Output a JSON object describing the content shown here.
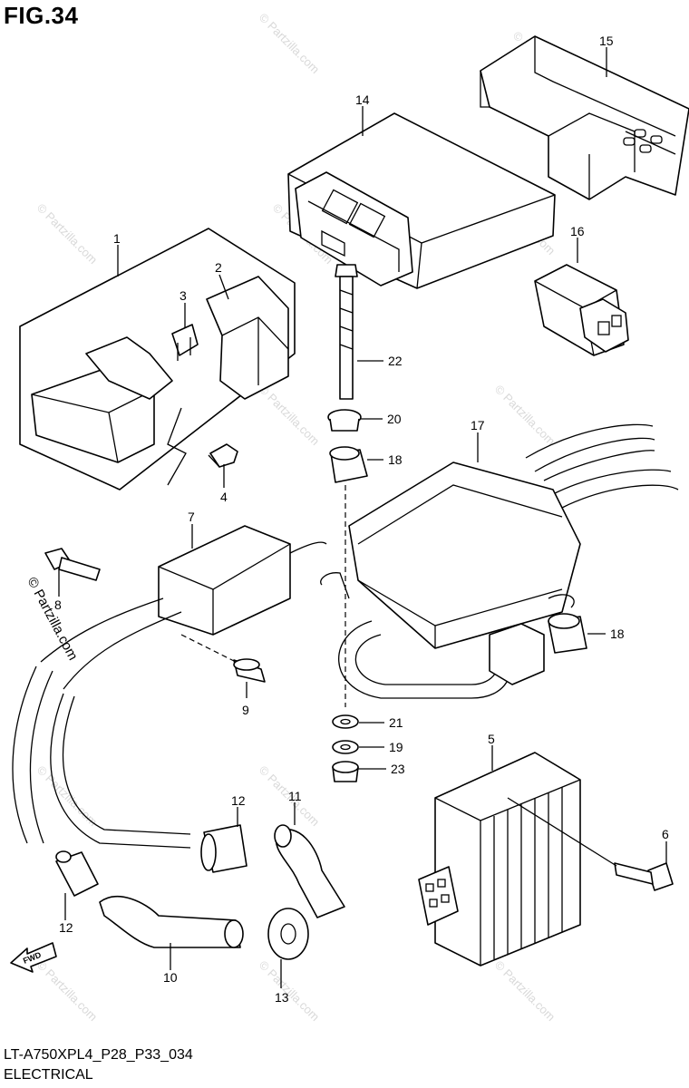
{
  "title": "FIG.34",
  "diagram_code": "LT-A750XPL4_P28_P33_034",
  "section": "ELECTRICAL",
  "fwd_label": "FWD",
  "watermark": "© Partzilla.com",
  "callouts": [
    "1",
    "2",
    "3",
    "4",
    "5",
    "6",
    "7",
    "8",
    "9",
    "10",
    "11",
    "12",
    "12",
    "13",
    "14",
    "15",
    "16",
    "17",
    "18",
    "18",
    "19",
    "20",
    "21",
    "22",
    "23"
  ]
}
